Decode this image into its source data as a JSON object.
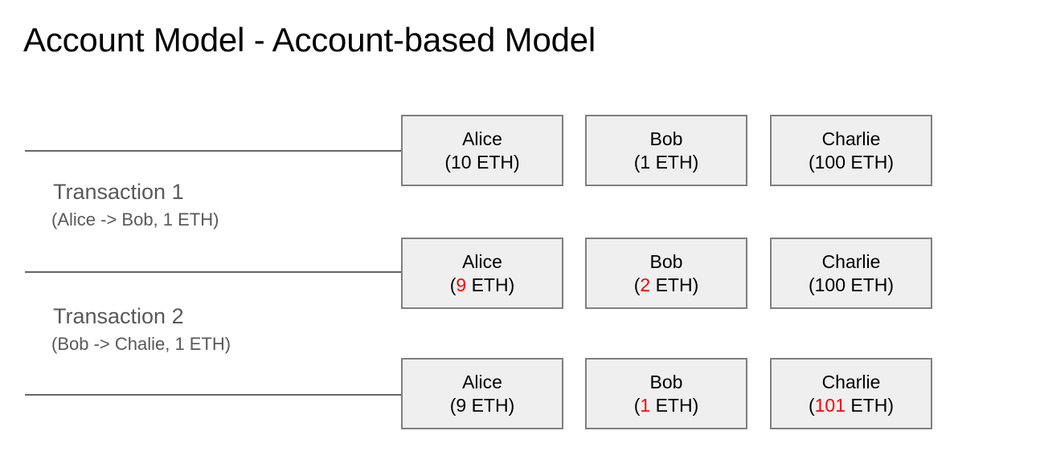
{
  "slide": {
    "title": "Account Model - Account-based Model",
    "background_color": "#ffffff"
  },
  "colors": {
    "title_text": "#000000",
    "annotation_text": "#595959",
    "box_fill": "#efefef",
    "box_border": "#7f7f7f",
    "box_text": "#000000",
    "changed_amount": "#ff0000",
    "line": "#666666"
  },
  "transactions": [
    {
      "label": "Transaction 1",
      "detail": "(Alice -> Bob, 1 ETH)"
    },
    {
      "label": "Transaction 2",
      "detail": "(Bob -> Chalie, 1 ETH)"
    }
  ],
  "states": [
    {
      "accounts": [
        {
          "name": "Alice",
          "open_paren": "(",
          "amount": "10",
          "unit": " ETH)",
          "changed": false
        },
        {
          "name": "Bob",
          "open_paren": "(",
          "amount": "1",
          "unit": " ETH)",
          "changed": false
        },
        {
          "name": "Charlie",
          "open_paren": "(",
          "amount": "100",
          "unit": " ETH)",
          "changed": false
        }
      ]
    },
    {
      "accounts": [
        {
          "name": "Alice",
          "open_paren": "(",
          "amount": "9",
          "unit": " ETH)",
          "changed": true
        },
        {
          "name": "Bob",
          "open_paren": "(",
          "amount": "2",
          "unit": " ETH)",
          "changed": true
        },
        {
          "name": "Charlie",
          "open_paren": "(",
          "amount": "100",
          "unit": " ETH)",
          "changed": false
        }
      ]
    },
    {
      "accounts": [
        {
          "name": "Alice",
          "open_paren": "(",
          "amount": "9",
          "unit": " ETH)",
          "changed": false
        },
        {
          "name": "Bob",
          "open_paren": "(",
          "amount": "1",
          "unit": " ETH)",
          "changed": true
        },
        {
          "name": "Charlie",
          "open_paren": "(",
          "amount": "101",
          "unit": " ETH)",
          "changed": true
        }
      ]
    }
  ]
}
